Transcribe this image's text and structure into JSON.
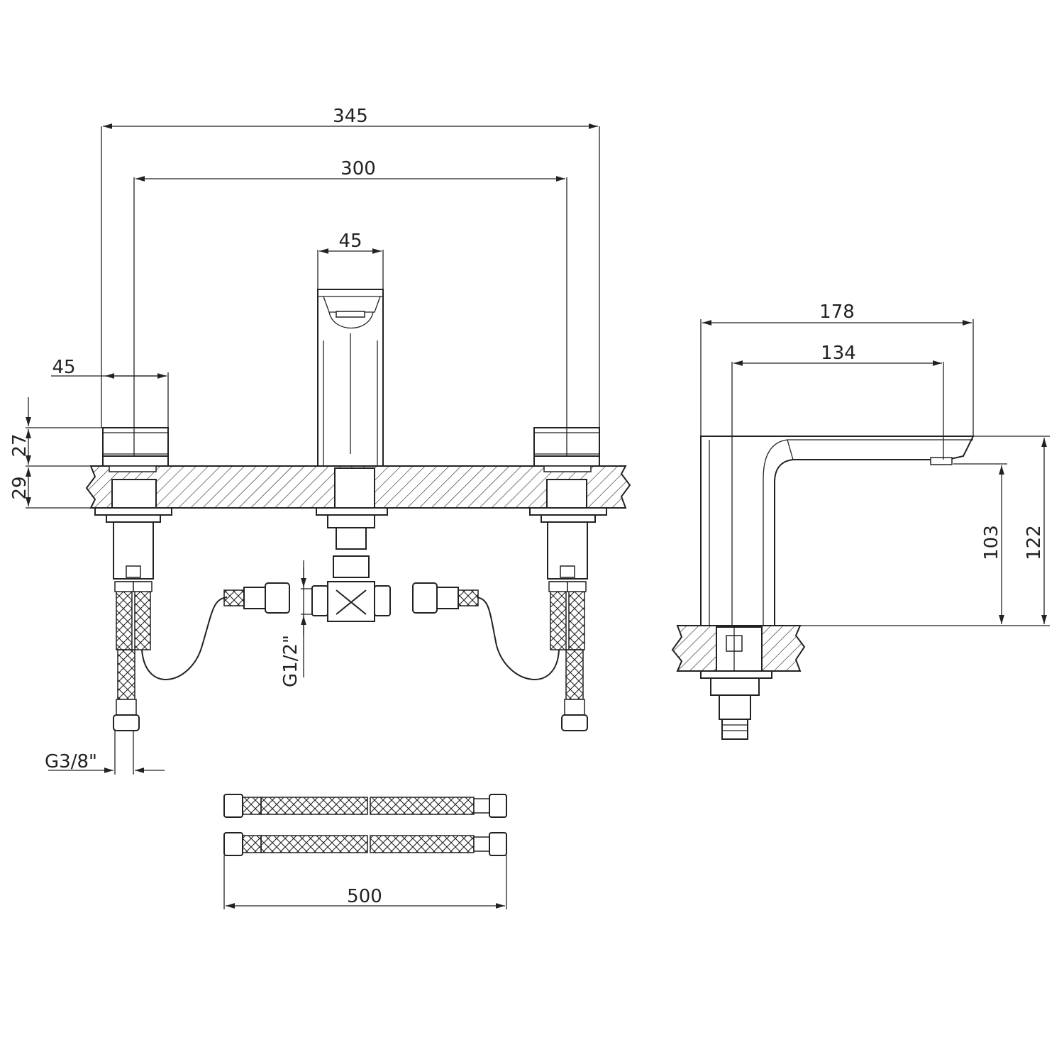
{
  "dimensions": {
    "overall_width": "345",
    "handle_spacing": "300",
    "spout_width": "45",
    "handle_width": "45",
    "handle_height": "27",
    "deck_thickness": "29",
    "spout_projection": "178",
    "spout_reach": "134",
    "spout_outlet_height": "103",
    "spout_total_height": "122",
    "inlet_thread_main": "G1/2\"",
    "inlet_thread_hose": "G3/8\"",
    "hose_length": "500"
  },
  "colors": {
    "line": "#222222",
    "background": "#ffffff"
  }
}
